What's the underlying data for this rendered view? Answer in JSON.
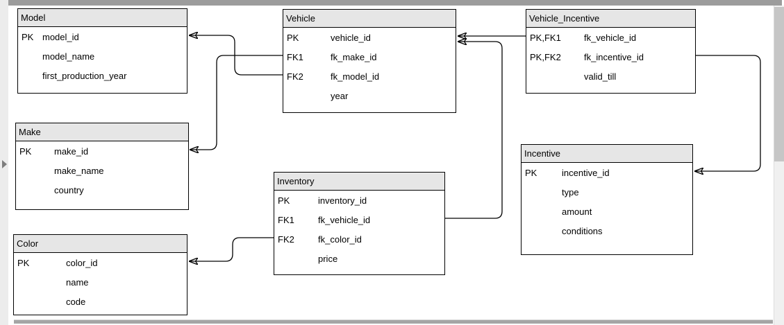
{
  "app": {
    "kind": "er-diagram-canvas",
    "colors": {
      "header_fill": "#e6e6e6",
      "table_border": "#000000",
      "connector": "#000000",
      "canvas_bg": "#ffffff",
      "chrome_bar": "#9c9c9c",
      "scroll_thumb": "#c6c6c6",
      "scroll_track": "#f0f0f0",
      "side_strip": "#ececec"
    },
    "icons": {
      "panel_toggle": "right-triangle"
    }
  },
  "diagram": {
    "tables": [
      {
        "title": "Model",
        "rows": [
          {
            "key": "PK",
            "name": "model_id"
          },
          {
            "key": "",
            "name": "model_name"
          },
          {
            "key": "",
            "name": "first_production_year"
          }
        ]
      },
      {
        "title": "Make",
        "rows": [
          {
            "key": "PK",
            "name": "make_id"
          },
          {
            "key": "",
            "name": "make_name"
          },
          {
            "key": "",
            "name": "country"
          }
        ]
      },
      {
        "title": "Color",
        "rows": [
          {
            "key": "PK",
            "name": "color_id"
          },
          {
            "key": "",
            "name": "name"
          },
          {
            "key": "",
            "name": "code"
          }
        ]
      },
      {
        "title": "Vehicle",
        "rows": [
          {
            "key": "PK",
            "name": "vehicle_id"
          },
          {
            "key": "FK1",
            "name": "fk_make_id"
          },
          {
            "key": "FK2",
            "name": "fk_model_id"
          },
          {
            "key": "",
            "name": "year"
          }
        ]
      },
      {
        "title": "Inventory",
        "rows": [
          {
            "key": "PK",
            "name": "inventory_id"
          },
          {
            "key": "FK1",
            "name": "fk_vehicle_id"
          },
          {
            "key": "FK2",
            "name": "fk_color_id"
          },
          {
            "key": "",
            "name": "price"
          }
        ]
      },
      {
        "title": "Vehicle_Incentive",
        "rows": [
          {
            "key": "PK,FK1",
            "name": "fk_vehicle_id"
          },
          {
            "key": "PK,FK2",
            "name": "fk_incentive_id"
          },
          {
            "key": "",
            "name": "valid_till"
          }
        ]
      },
      {
        "title": "Incentive",
        "rows": [
          {
            "key": "PK",
            "name": "incentive_id"
          },
          {
            "key": "",
            "name": "type"
          },
          {
            "key": "",
            "name": "amount"
          },
          {
            "key": "",
            "name": "conditions"
          }
        ]
      }
    ],
    "relationships": [
      {
        "from": "Vehicle.fk_make_id",
        "to": "Make.make_id"
      },
      {
        "from": "Vehicle.fk_model_id",
        "to": "Model.model_id"
      },
      {
        "from": "Vehicle_Incentive.fk_vehicle_id",
        "to": "Vehicle.vehicle_id"
      },
      {
        "from": "Inventory.fk_vehicle_id",
        "to": "Vehicle.vehicle_id"
      },
      {
        "from": "Inventory.fk_color_id",
        "to": "Color.color_id"
      },
      {
        "from": "Vehicle_Incentive.fk_incentive_id",
        "to": "Incentive.incentive_id"
      }
    ]
  }
}
